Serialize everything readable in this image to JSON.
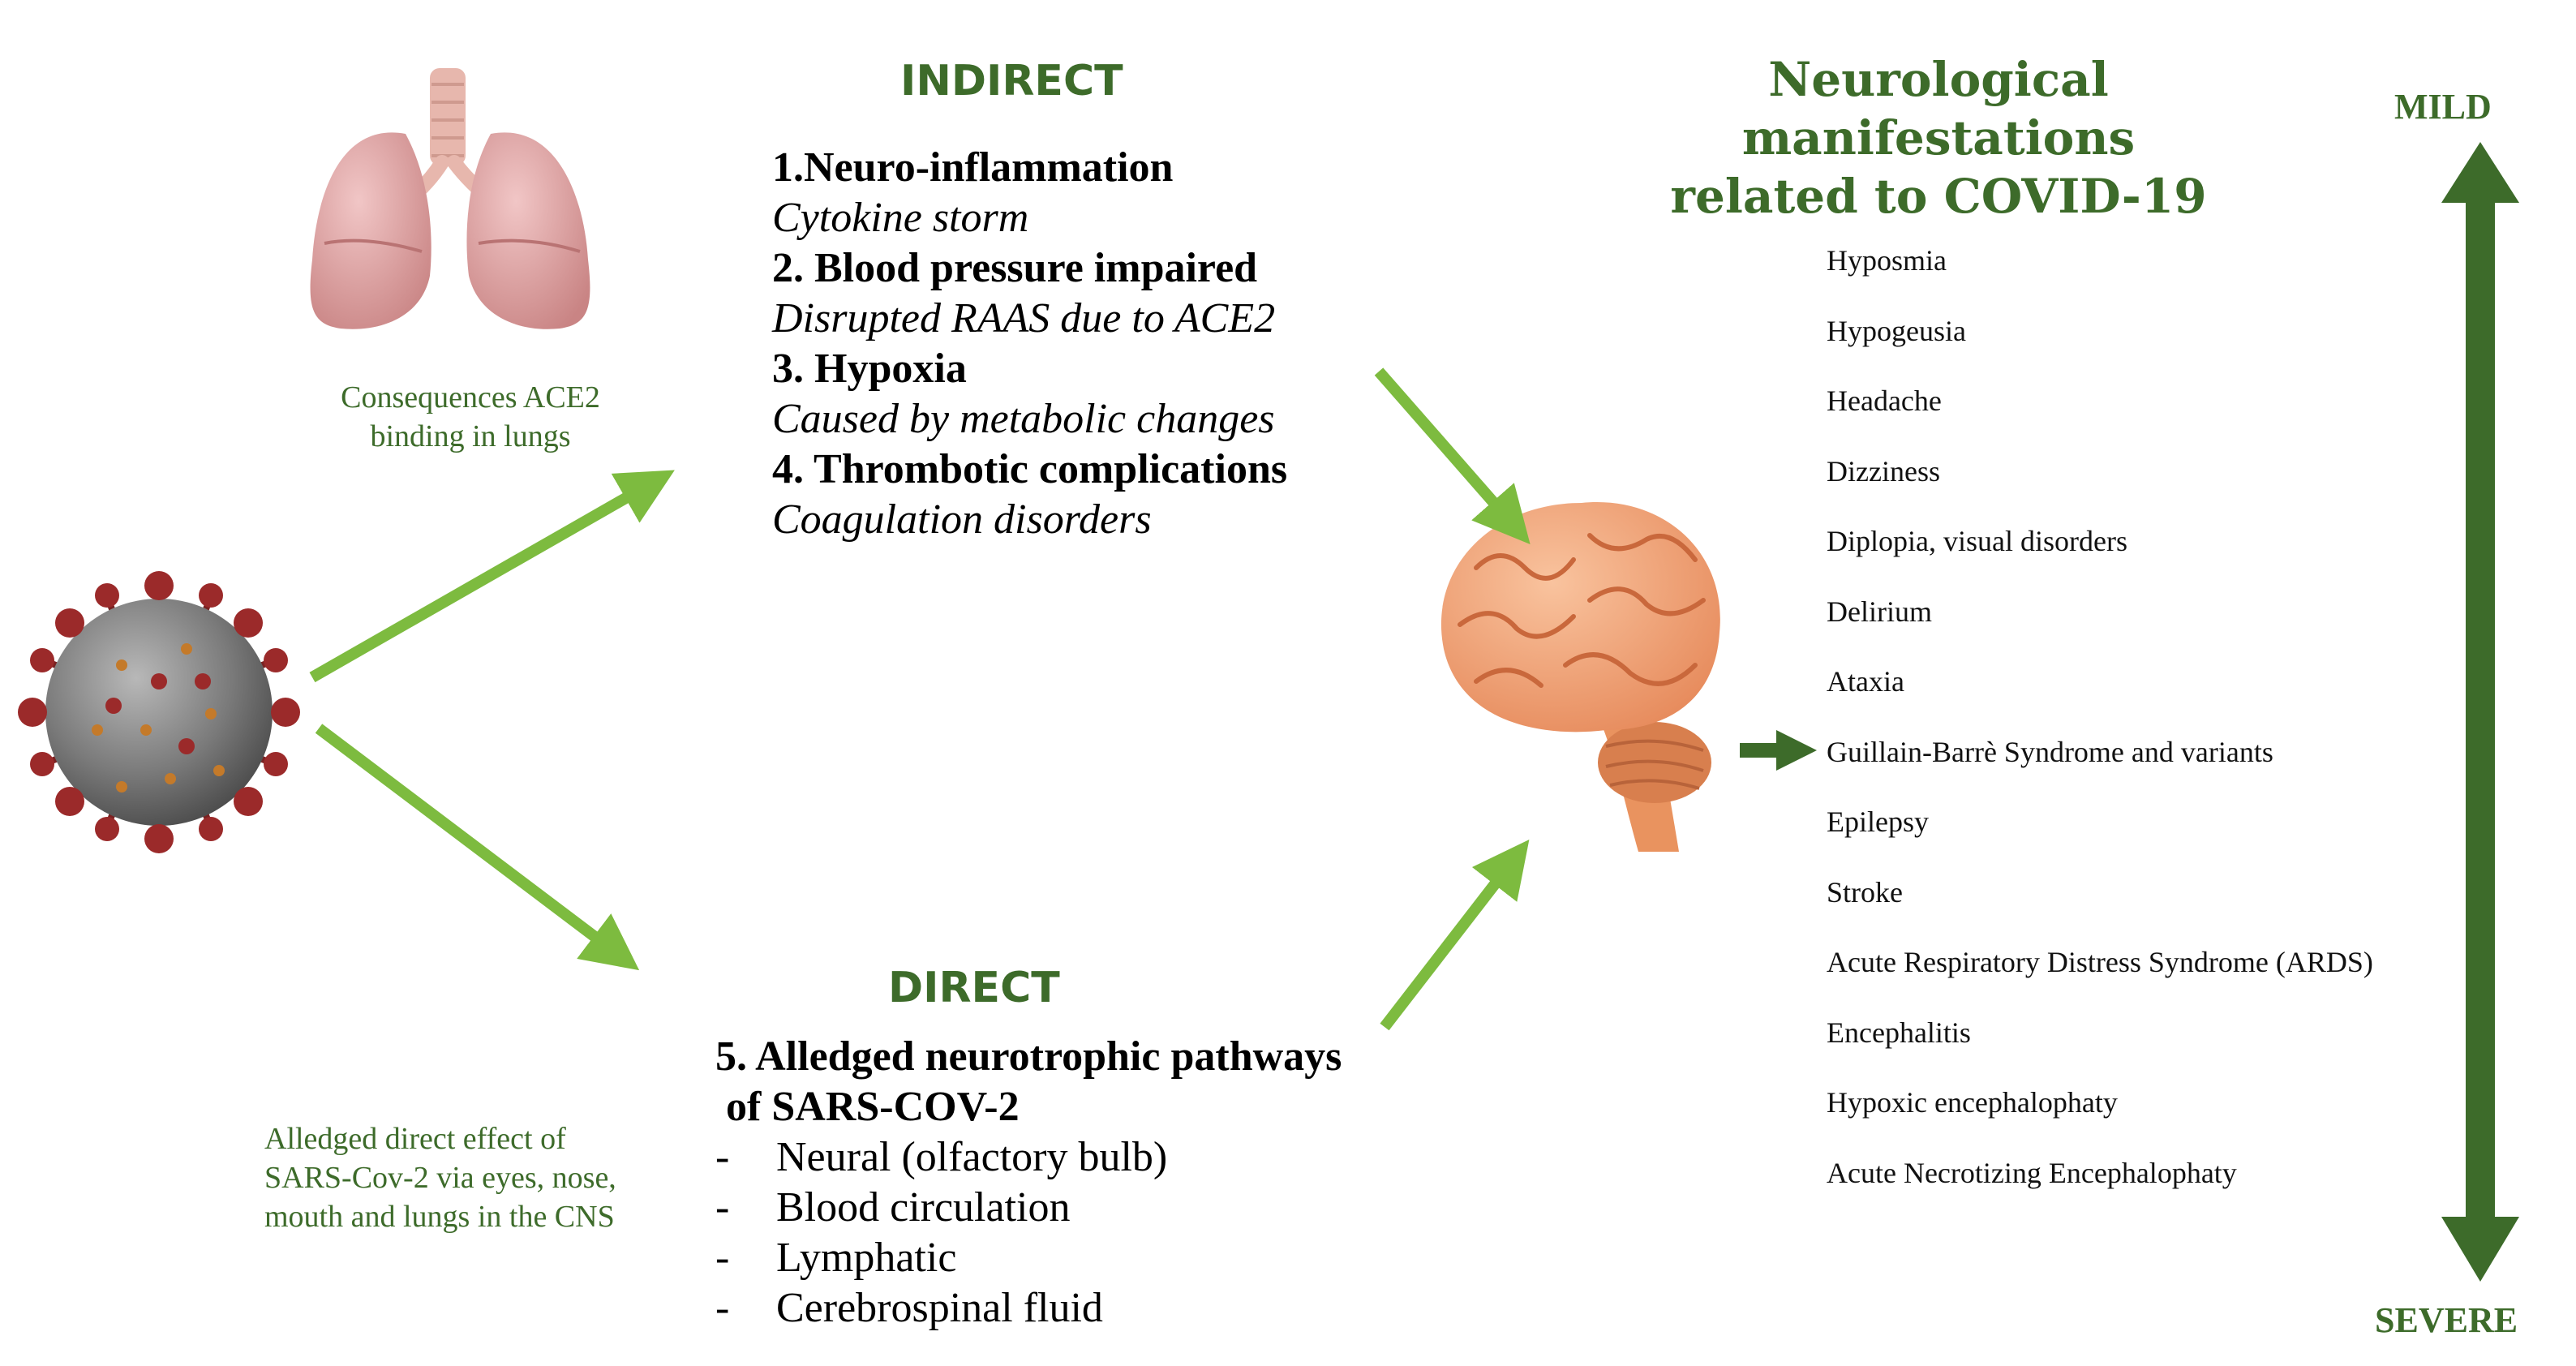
{
  "indirect": {
    "title": "INDIRECT",
    "items": [
      {
        "heading": "1.Neuro-inflammation",
        "detail": "Cytokine storm"
      },
      {
        "heading": "2. Blood pressure impaired",
        "detail": "Disrupted RAAS due to ACE2"
      },
      {
        "heading": "3. Hypoxia",
        "detail": "Caused by metabolic changes"
      },
      {
        "heading": "4. Thrombotic complications",
        "detail": "Coagulation disorders"
      }
    ]
  },
  "direct": {
    "title": "DIRECT",
    "heading_line1": "5. Alledged neurotrophic pathways",
    "heading_line2": " of SARS-COV-2",
    "pathways": [
      "Neural (olfactory bulb)",
      "Blood circulation",
      "Lymphatic",
      "Cerebrospinal fluid"
    ]
  },
  "captions": {
    "lungs": "Consequences ACE2 binding in lungs",
    "direct_effect": "Alledged direct  effect of SARS-Cov-2 via eyes, nose, mouth and lungs in the CNS"
  },
  "manifestations": {
    "title": "Neurological manifestations related to COVID-19",
    "items": [
      "Hyposmia",
      "Hypogeusia",
      "Headache",
      "Dizziness",
      "Diplopia, visual disorders",
      "Delirium",
      "Ataxia",
      "Guillain-Barrè Syndrome and variants",
      "Epilepsy",
      "Stroke",
      "Acute Respiratory Distress Syndrome (ARDS)",
      "Encephalitis",
      "Hypoxic encephalophaty",
      "Acute Necrotizing Encephalophaty"
    ]
  },
  "severity": {
    "top": "MILD",
    "bottom": "SEVERE"
  },
  "colors": {
    "arrow_light": "#7dbb3f",
    "arrow_dark": "#3d6b2a",
    "text_green": "#3d6b2a",
    "brain": "#f2a477",
    "lung": "#d99a9a",
    "virus": "#8a2a2a"
  },
  "icons": [
    "lungs-icon",
    "virus-icon",
    "brain-icon"
  ]
}
